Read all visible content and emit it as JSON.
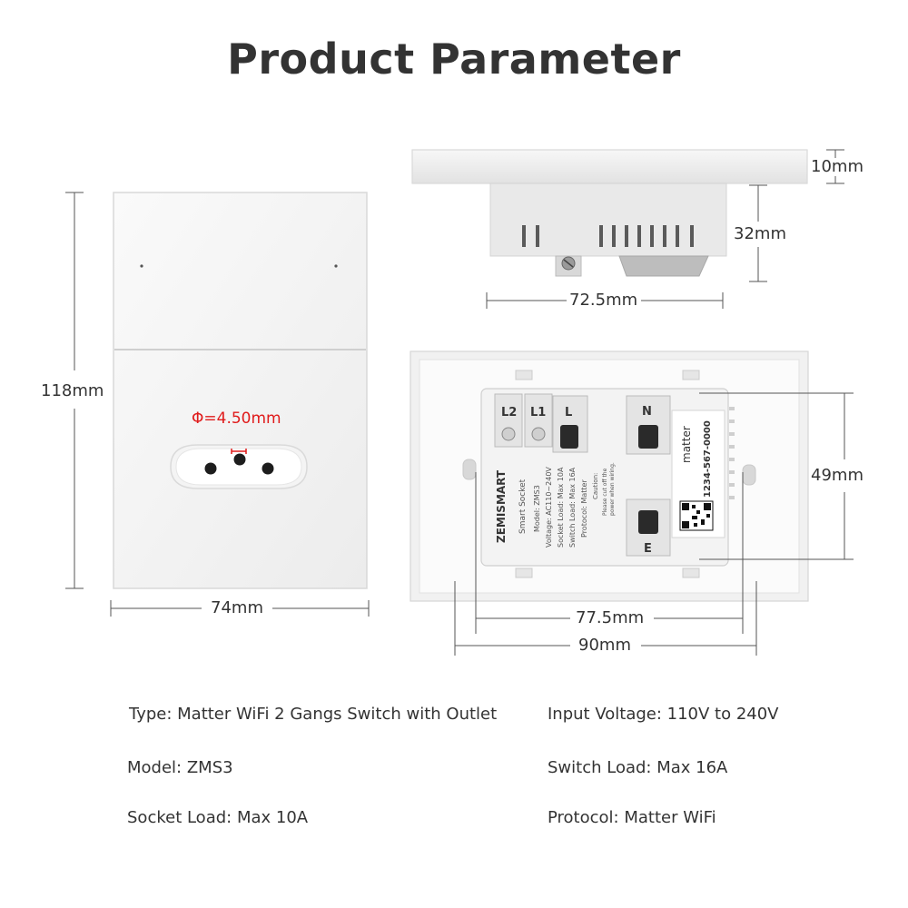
{
  "header": {
    "title": "Product Parameter"
  },
  "dimensions": {
    "front_height": "118mm",
    "front_width": "74mm",
    "hole_diameter": "Φ=4.50mm",
    "panel_thickness": "10mm",
    "body_depth": "32mm",
    "body_width": "72.5mm",
    "back_height": "49mm",
    "mount_spacing": "77.5mm",
    "back_width": "90mm"
  },
  "back_label": {
    "brand": "ZEMISMART",
    "product": "Smart Socket",
    "model": "Model: ZMS3",
    "voltage": "Voltage: AC110~240V",
    "socket_load": "Socket Load: Max 10A",
    "switch_load": "Switch Load: Max 16A",
    "protocol": "Protocol: Matter",
    "caution": "Caution:",
    "caution_text1": "Please cut off the",
    "caution_text2": "power when wiring.",
    "matter_brand": "matter",
    "pairing_code": "1234-567-0000",
    "terminals": [
      "L2",
      "L1",
      "L",
      "N",
      "E"
    ]
  },
  "specs": {
    "type": "Type: Matter WiFi 2 Gangs Switch with Outlet",
    "input_voltage": "Input Voltage: 110V to 240V",
    "model": "Model: ZMS3",
    "switch_load": "Switch Load: Max 16A",
    "socket_load": "Socket Load: Max 10A",
    "protocol": "Protocol: Matter WiFi"
  },
  "colors": {
    "accent_red": "#e01b1b",
    "text": "#333333",
    "panel": "#f3f3f3"
  }
}
